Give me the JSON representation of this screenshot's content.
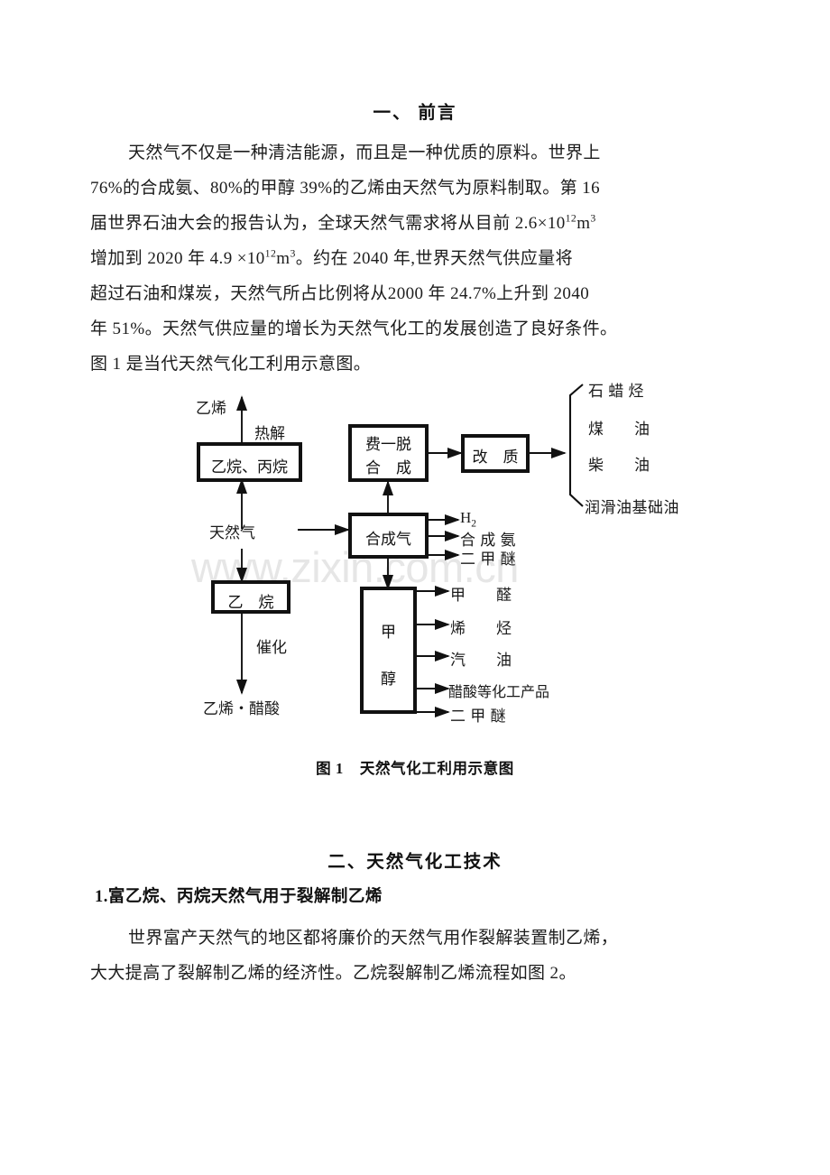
{
  "document": {
    "section1": {
      "heading": "一、 前言",
      "paragraph": "天然气不仅是一种清洁能源，而且是一种优质的原料。世界上 76%的合成氨、80%的甲醇 39%的乙烯由天然气为原料制取。第 16 届世界石油大会的报告认为，全球天然气需求将从目前 2.6×10¹²m³ 增加到 2020 年 4.9 ×10¹²m³。约在 2040 年,世界天然气供应量将超过石油和煤炭，天然气所占比例将从2000 年 24.7%上升到 2040 年 51%。天然气供应量的增长为天然气化工的发展创造了良好条件。图 1 是当代天然气化工利用示意图。",
      "lines": [
        "天然气不仅是一种清洁能源，而且是一种优质的原料。世界上",
        "76%的合成氨、80%的甲醇  39%的乙烯由天然气为原料制取。第  16",
        "届世界石油大会的报告认为，全球天然气需求将从目前  2.6×10",
        "增加到  2020 年  4.9 ×10",
        "超过石油和煤炭，天然气所占比例将从2000 年 24.7%上升到  2040",
        "年 51%。天然气供应量的增长为天然气化工的发展创造了良好条件。",
        "图 1 是当代天然气化工利用示意图。"
      ],
      "line3_sup": "12",
      "line3_tail": "m",
      "line3_sup2": "3",
      "line4_sup": "12",
      "line4_tail": "m",
      "line4_sup2": "3",
      "line4_rest": "。约在  2040 年,世界天然气供应量将"
    },
    "figure": {
      "caption_label": "图 1",
      "caption_title": "天然气化工利用示意图",
      "watermark": "www.zixin.com.cn",
      "nodes": {
        "ethylene_top": "乙烯",
        "pyrolysis": "热解",
        "ethane_propane_box": "乙烷、丙烷",
        "natural_gas": "天然气",
        "ethane_box": "乙　烷",
        "catalysis": "催化",
        "ethylene_acetic": "乙烯・醋酸",
        "fischer_line1": "费一脱",
        "fischer_line2": "合　成",
        "upgrade_box": "改　质",
        "syngas_box": "合成气",
        "methanol_line1": "甲",
        "methanol_line2": "醇"
      },
      "syngas_outputs": [
        "H₂",
        "合 成 氨",
        "二 甲 醚"
      ],
      "syngas_output_h2_base": "H",
      "syngas_output_h2_sub": "2",
      "methanol_outputs": [
        "甲　　醛",
        "烯　　烃",
        "汽　　油",
        "醋酸等化工产品",
        "二 甲 醚"
      ],
      "upgrade_outputs": [
        "石 蜡 烃",
        "煤　　油",
        "柴　　油",
        "润滑油基础油"
      ]
    },
    "section2": {
      "heading": "二、天然气化工技术",
      "subheading": "1.富乙烷、丙烷天然气用于裂解制乙烯",
      "lines": [
        "世界富产天然气的地区都将廉价的天然气用作裂解装置制乙烯，",
        "大大提高了裂解制乙烯的经济性。乙烷裂解制乙烯流程如图 2。"
      ]
    }
  }
}
